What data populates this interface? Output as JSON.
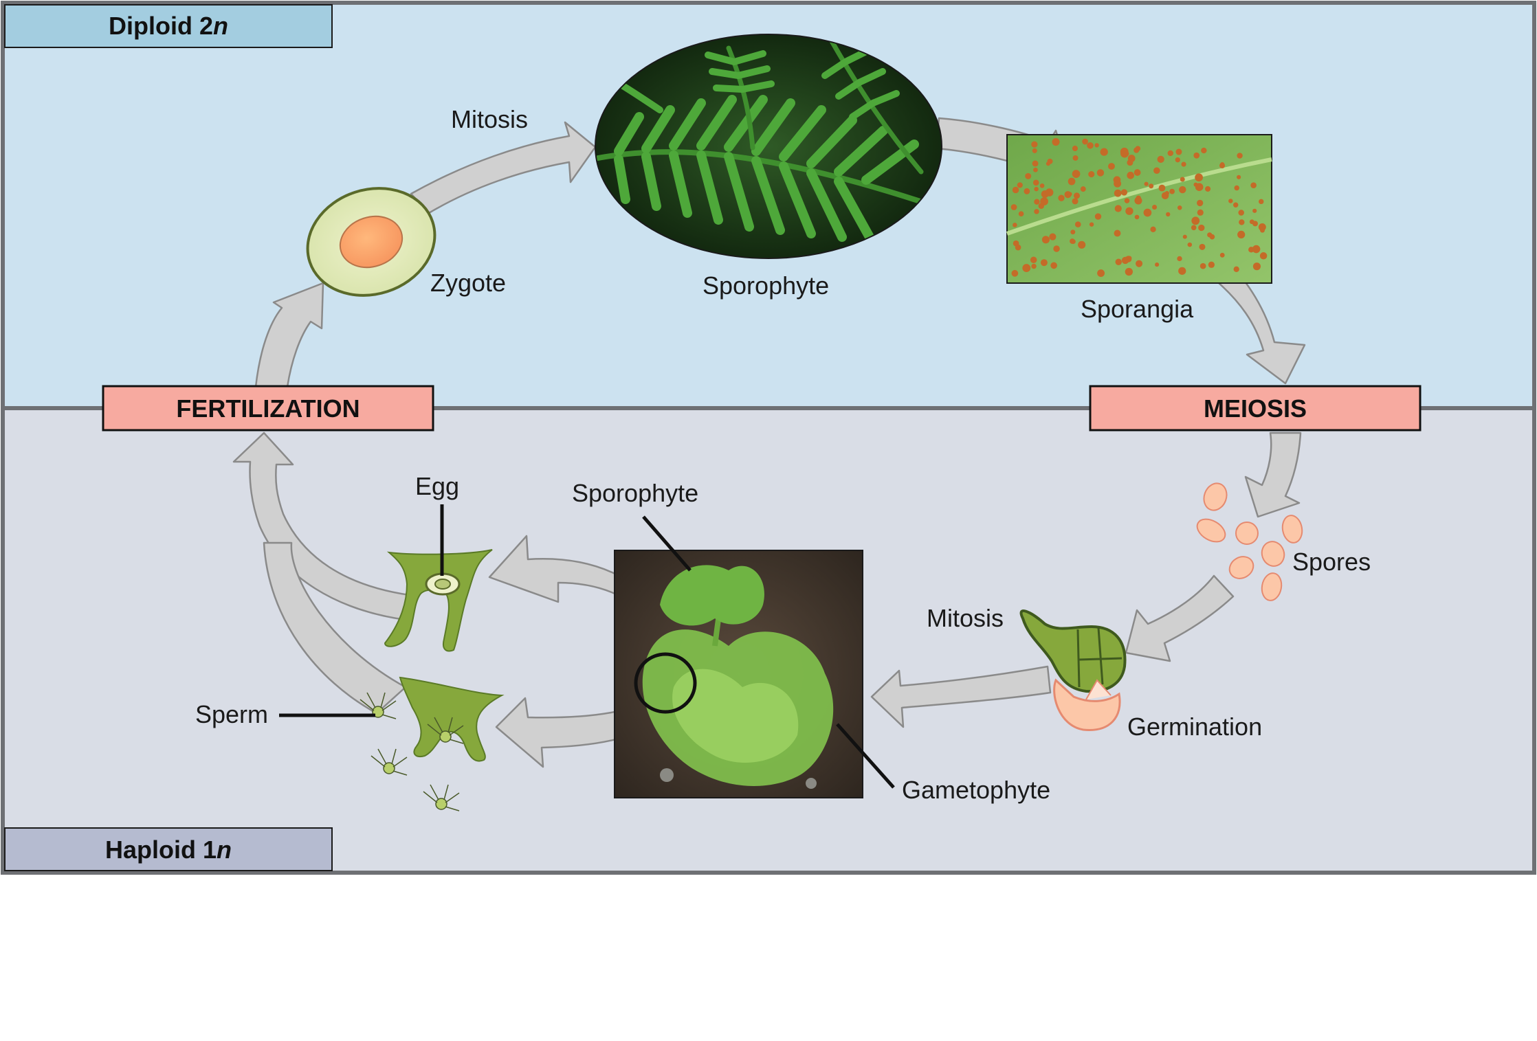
{
  "regions": {
    "diploid": {
      "label_main": "Diploid 2",
      "label_italic": "n"
    },
    "haploid": {
      "label_main": "Haploid 1",
      "label_italic": "n"
    }
  },
  "stages": {
    "fertilization": "FERTILIZATION",
    "meiosis": "MEIOSIS"
  },
  "labels": {
    "mitosis_top": "Mitosis",
    "zygote": "Zygote",
    "sporophyte_top": "Sporophyte",
    "sporangia": "Sporangia",
    "spores": "Spores",
    "mitosis_bottom": "Mitosis",
    "germination": "Germination",
    "gametophyte": "Gametophyte",
    "sporophyte_bottom": "Sporophyte",
    "egg": "Egg",
    "sperm": "Sperm"
  },
  "colors": {
    "diploid_bg": "#cce2f0",
    "haploid_bg": "#d9dde6",
    "diploid_tag": "#a3cde0",
    "haploid_tag": "#b5bbd0",
    "stage_box": "#f7aaa0",
    "border": "#6e7074",
    "plant_green": "#86a83c",
    "spore_fill": "#fcc7a8"
  }
}
